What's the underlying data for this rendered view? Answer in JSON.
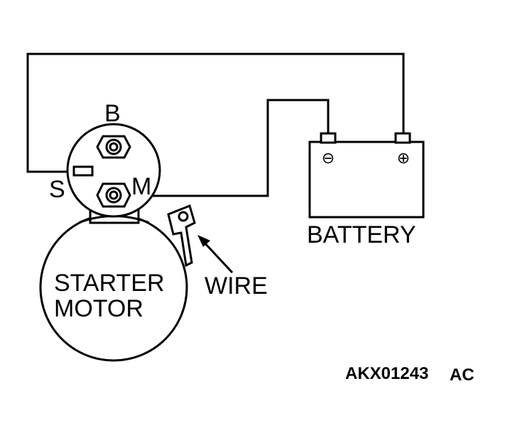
{
  "labels": {
    "terminal_b": "B",
    "terminal_s": "S",
    "terminal_m": "M",
    "battery": "BATTERY",
    "starter_line1": "STARTER",
    "starter_line2": "MOTOR",
    "wire": "WIRE",
    "figure_code": "AKX01243",
    "figure_suffix": "AC"
  },
  "battery": {
    "negative_symbol": "⊖",
    "positive_symbol": "⊕"
  }
}
